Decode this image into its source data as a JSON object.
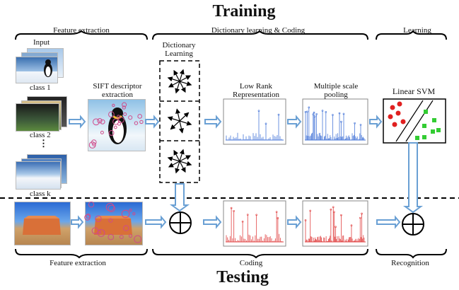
{
  "titles": {
    "training": "Training",
    "testing": "Testing"
  },
  "stages_top": {
    "feature_extraction": "Feature extraction",
    "dict_coding": "Dictionary learning & Coding",
    "learning": "Learning"
  },
  "stages_bottom": {
    "feature_extraction": "Feature extraction",
    "coding": "Coding",
    "recognition": "Recognition"
  },
  "input": {
    "label": "Input",
    "classes": [
      "class 1",
      "class 2",
      "class k"
    ],
    "ellipsis": "⋮"
  },
  "blocks": {
    "sift_line1": "SIFT descriptor",
    "sift_line2": "extraction",
    "dict_line1": "Dictionary",
    "dict_line2": "Learning",
    "lrr_line1": "Low Rank",
    "lrr_line2": "Representation",
    "pool_line1": "Multiple scale",
    "pool_line2": "pooling",
    "svm": "Linear SVM"
  },
  "colors": {
    "arrow": "#6aa0d4",
    "train_plot": "#4a78d8",
    "test_plot": "#e04040",
    "svm_red": "#e02020",
    "svm_green": "#33cc33"
  }
}
